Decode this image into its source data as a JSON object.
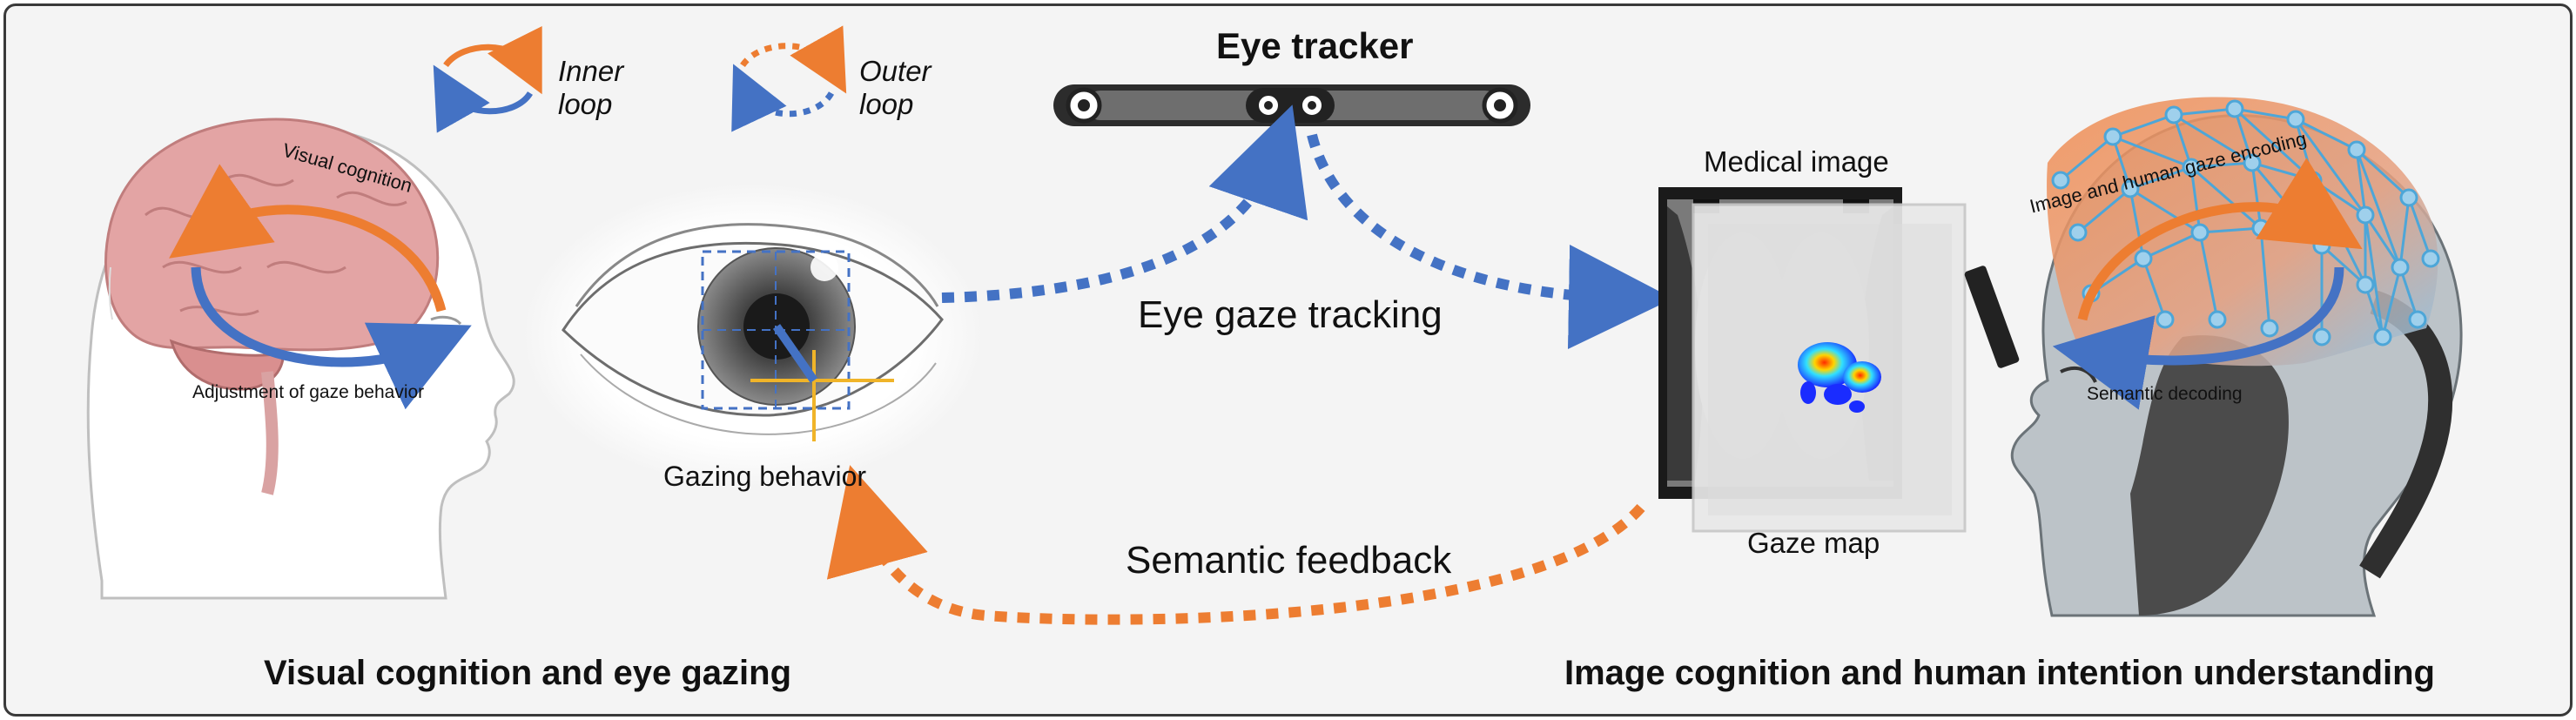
{
  "labels": {
    "eye_tracker": "Eye tracker",
    "eye_gaze_tracking": "Eye gaze tracking",
    "semantic_feedback": "Semantic feedback",
    "gazing_behavior": "Gazing behavior",
    "medical_image": "Medical image",
    "gaze_map": "Gaze map",
    "visual_cognition": "Visual cognition",
    "adjustment_of_gaze_behavior": "Adjustment of gaze behavior",
    "image_and_human_gaze_encoding": "Image and human gaze encoding",
    "semantic_decoding": "Semantic decoding"
  },
  "legend": {
    "inner_loop_line1": "Inner",
    "inner_loop_line2": "loop",
    "outer_loop_line1": "Outer",
    "outer_loop_line2": "loop"
  },
  "section_titles": {
    "left": "Visual cognition and eye gazing",
    "right": "Image cognition and human intention understanding"
  },
  "colors": {
    "orange": "#ed7d31",
    "blue": "#4472c4",
    "border": "#3a3a3a",
    "background": "#f4f4f4"
  }
}
